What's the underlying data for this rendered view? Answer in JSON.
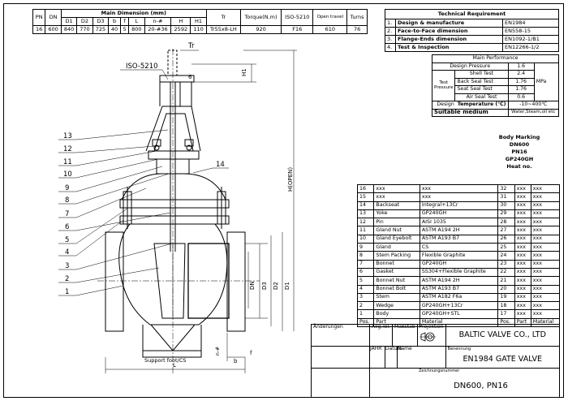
{
  "dimension_table": {
    "group_header": "Main Dimension (mm)",
    "headers": [
      "PN",
      "DN",
      "D1",
      "D2",
      "D3",
      "b",
      "f",
      "L",
      "n-#",
      "H",
      "H1",
      "Tr",
      "Torque(N.m)",
      "ISO-5210",
      "Open travel",
      "Turns"
    ],
    "row": [
      "16",
      "600",
      "840",
      "770",
      "725",
      "40",
      "5",
      "800",
      "20-#36",
      "2592",
      "110",
      "Tr55x8-LH",
      "920",
      "F16",
      "610",
      "76"
    ]
  },
  "technical_requirement": {
    "title": "Technical Requirement",
    "rows": [
      {
        "no": "1.",
        "item": "Design & manufacture",
        "std": "EN1984"
      },
      {
        "no": "2.",
        "item": "Face-to-Face dimension",
        "std": "EN558-15"
      },
      {
        "no": "3.",
        "item": "Flange-Ends dimension",
        "std": "EN1092-1/B1"
      },
      {
        "no": "4.",
        "item": "Test & Inspection",
        "std": "EN12266-1/2"
      }
    ]
  },
  "main_performance": {
    "title": "Main Performance",
    "design_pressure_label": "Design Pressure",
    "design_pressure": "1.6",
    "test_pressure_label": "Test Pressure",
    "tests": [
      {
        "label": "Shell Test",
        "value": "2.4"
      },
      {
        "label": "Back Seal Test",
        "value": "1.76"
      },
      {
        "label": "Seat Seal Test",
        "value": "1.76"
      },
      {
        "label": "Air Seal Test",
        "value": "0.6"
      }
    ],
    "unit": "MPa",
    "design_temp_label": "Design",
    "temperature_label": "Temperature (℃)",
    "temperature": "-10~400℃",
    "medium_label": "Suitable medium",
    "medium": "Water,Steam,oil etc"
  },
  "body_marking": [
    "Body Marking",
    "DN600",
    "PN16",
    "GP240GH",
    "Heat no."
  ],
  "parts_list": {
    "left": [
      {
        "pos": "16",
        "part": "xxx",
        "material": "xxx"
      },
      {
        "pos": "15",
        "part": "xxx",
        "material": "xxx"
      },
      {
        "pos": "14",
        "part": "Backseat",
        "material": "Integral+13Cr"
      },
      {
        "pos": "13",
        "part": "Yoke",
        "material": "GP240GH"
      },
      {
        "pos": "12",
        "part": "Pin",
        "material": "AISI 1035"
      },
      {
        "pos": "11",
        "part": "Gland Nut",
        "material": "ASTM A194 2H"
      },
      {
        "pos": "10",
        "part": "Gland Eyebolt",
        "material": "ASTM A193 B7"
      },
      {
        "pos": "9",
        "part": "Gland",
        "material": "CS"
      },
      {
        "pos": "8",
        "part": "Stem Packing",
        "material": "Flexible Graphite"
      },
      {
        "pos": "7",
        "part": "Bonnet",
        "material": "GP240GH"
      },
      {
        "pos": "6",
        "part": "Gasket",
        "material": "SS304+Flexible Graphite"
      },
      {
        "pos": "5",
        "part": "Bonnet Nut",
        "material": "ASTM A194 2H"
      },
      {
        "pos": "4",
        "part": "Bonnet Bolt",
        "material": "ASTM A193 B7"
      },
      {
        "pos": "3",
        "part": "Stem",
        "material": "ASTM A182 F6a"
      },
      {
        "pos": "2",
        "part": "Wedge",
        "material": "GP240GH+13Cr"
      },
      {
        "pos": "1",
        "part": "Body",
        "material": "GP240GH+STL"
      }
    ],
    "right": [
      {
        "pos": "32",
        "part": "xxx",
        "material": "xxx"
      },
      {
        "pos": "31",
        "part": "xxx",
        "material": "xxx"
      },
      {
        "pos": "30",
        "part": "xxx",
        "material": "xxx"
      },
      {
        "pos": "29",
        "part": "xxx",
        "material": "xxx"
      },
      {
        "pos": "28",
        "part": "xxx",
        "material": "xxx"
      },
      {
        "pos": "27",
        "part": "xxx",
        "material": "xxx"
      },
      {
        "pos": "26",
        "part": "xxx",
        "material": "xxx"
      },
      {
        "pos": "25",
        "part": "xxx",
        "material": "xxx"
      },
      {
        "pos": "24",
        "part": "xxx",
        "material": "xxx"
      },
      {
        "pos": "23",
        "part": "xxx",
        "material": "xxx"
      },
      {
        "pos": "22",
        "part": "xxx",
        "material": "xxx"
      },
      {
        "pos": "21",
        "part": "xxx",
        "material": "xxx"
      },
      {
        "pos": "20",
        "part": "xxx",
        "material": "xxx"
      },
      {
        "pos": "19",
        "part": "xxx",
        "material": "xxx"
      },
      {
        "pos": "18",
        "part": "xxx",
        "material": "xxx"
      },
      {
        "pos": "17",
        "part": "xxx",
        "material": "xxx"
      }
    ],
    "footer": {
      "pos": "Pos.",
      "part": "Part",
      "material": "Material"
    }
  },
  "title_block": {
    "aenderungen": "Änderungen",
    "allg_tol": "Allg.Tol.",
    "massstab": "Maßstab",
    "projektion": "Projektion",
    "company": "BALTIC VALVE CO., LTD",
    "jahr": "JAHR",
    "datum": "Datum",
    "name": "Name",
    "benennung": "Benennung",
    "title": "EN1984 GATE VALVE",
    "zeichnungsnummer": "Zeichnungsnummer",
    "drawing_number": "DN600, PN16"
  },
  "drawing_labels": {
    "iso": "ISO-5210",
    "tr": "Tr",
    "h1": "H1",
    "h_open": "H(OPEN)",
    "support": "Support foot/CS",
    "l": "L",
    "b": "b",
    "f": "f",
    "n_hole": "n-#",
    "dn": "DN",
    "d3": "D3",
    "d2": "D2",
    "d1": "D1",
    "small_dim": "6",
    "callouts": [
      "13",
      "12",
      "11",
      "10",
      "9",
      "8",
      "7",
      "6",
      "5",
      "4",
      "3",
      "2",
      "1",
      "14"
    ]
  }
}
